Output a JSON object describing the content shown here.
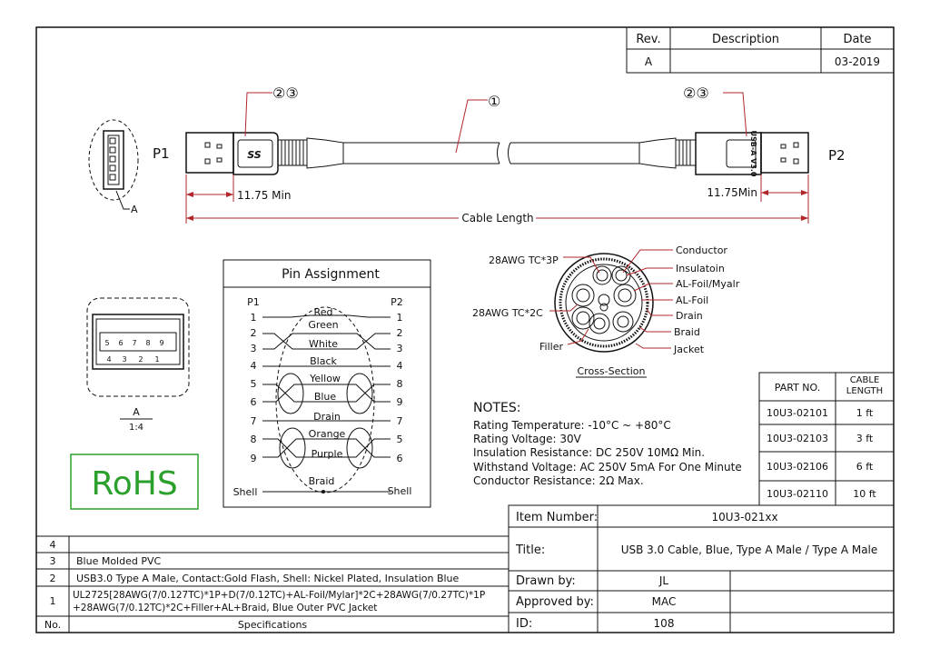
{
  "revision": {
    "headers": [
      "Rev.",
      "Description",
      "Date"
    ],
    "row": {
      "rev": "A",
      "description": "",
      "date": "03-2019"
    }
  },
  "drawing": {
    "p1_label": "P1",
    "p2_label": "P2",
    "callout_1": "①",
    "callout_23_left": "②③",
    "callout_23_right": "②③",
    "view_a_label": "A",
    "dim_left": "11.75 Min",
    "dim_right": "11.75Min",
    "dim_cable": "Cable Length",
    "connector_left_logo": "SS",
    "connector_right_text": "USB-A V3.0"
  },
  "pin_assignment": {
    "title": "Pin Assignment",
    "p1_header": "P1",
    "p2_header": "P2",
    "left_pins": [
      "1",
      "2",
      "3",
      "4",
      "5",
      "6",
      "7",
      "8",
      "9"
    ],
    "right_pins": [
      "1",
      "2",
      "3",
      "4",
      "8",
      "9",
      "7",
      "5",
      "6"
    ],
    "wires": [
      "Red",
      "Green",
      "White",
      "Black",
      "Yellow",
      "Blue",
      "Drain",
      "Orange",
      "Purple",
      "Braid"
    ],
    "shell_left": "Shell",
    "shell_right": "Shell"
  },
  "connector_face": {
    "top_pins": [
      "5",
      "6",
      "7",
      "8",
      "9"
    ],
    "bottom_pins": [
      "4",
      "3",
      "2",
      "1"
    ],
    "label": "A",
    "scale": "1:4"
  },
  "cross_section": {
    "left_labels": [
      "28AWG TC*3P",
      "28AWG TC*2C",
      "Filler"
    ],
    "right_labels": [
      "Conductor",
      "Insulatoin",
      "AL-Foil/Myalr",
      "AL-Foil",
      "Drain",
      "Braid",
      "Jacket"
    ],
    "title": "Cross-Section"
  },
  "notes": {
    "title": "NOTES:",
    "lines": [
      "Rating Temperature: -10°C ~ +80°C",
      "Rating Voltage: 30V",
      "Insulation Resistance: DC 250V 10MΩ Min.",
      "Withstand Voltage: AC 250V 5mA For One Minute",
      "Conductor Resistance: 2Ω Max."
    ]
  },
  "rohs": "RoHS",
  "parts_table": {
    "headers": [
      "PART NO.",
      "CABLE LENGTH"
    ],
    "rows": [
      [
        "10U3-02101",
        "1 ft"
      ],
      [
        "10U3-02103",
        "3 ft"
      ],
      [
        "10U3-02106",
        "6 ft"
      ],
      [
        "10U3-02110",
        "10 ft"
      ]
    ]
  },
  "title_block": {
    "item_number_label": "Item Number:",
    "item_number": "10U3-021xx",
    "title_label": "Title:",
    "title": "USB 3.0 Cable, Blue, Type A Male / Type A Male",
    "drawn_by_label": "Drawn by:",
    "drawn_by": "JL",
    "approved_by_label": "Approved by:",
    "approved_by": "MAC",
    "id_label": "ID:",
    "id": "108"
  },
  "specifications": {
    "rows": [
      {
        "no": "4",
        "text": ""
      },
      {
        "no": "3",
        "text": "Blue Molded PVC"
      },
      {
        "no": "2",
        "text": "USB3.0 Type A Male, Contact:Gold Flash, Shell: Nickel Plated, Insulation Blue"
      },
      {
        "no": "1",
        "text": "UL2725[28AWG(7/0.127TC)*1P+D(7/0.12TC)+AL-Foil/Mylar]*2C+28AWG(7/0.27TC)*1P",
        "text2": "+28AWG(7/0.12TC)*2C+Filler+AL+Braid, Blue Outer PVC Jacket"
      }
    ],
    "no_header": "No.",
    "spec_header": "Specifications"
  }
}
